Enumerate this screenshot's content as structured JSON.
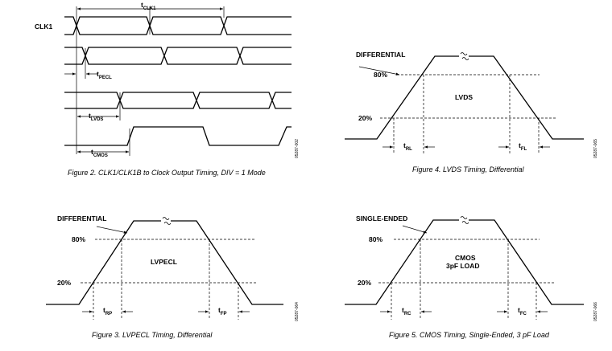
{
  "fig2": {
    "clk_label": "CLK1",
    "t_clk_main": "t",
    "t_clk_sub": "CLK1",
    "t_pecl_main": "t",
    "t_pecl_sub": "PECL",
    "t_lvds_main": "t",
    "t_lvds_sub": "LVDS",
    "t_cmos_main": "t",
    "t_cmos_sub": "CMOS",
    "fig_id": "05287-002",
    "caption": "Figure 2. CLK1/CLK1B to Clock Output Timing, DIV = 1 Mode"
  },
  "fig3": {
    "mode_label": "DIFFERENTIAL",
    "level_high": "80%",
    "level_low": "20%",
    "center_label": "LVPECL",
    "t_rise_main": "t",
    "t_rise_sub": "RP",
    "t_fall_main": "t",
    "t_fall_sub": "FP",
    "fig_id": "05287-064",
    "caption": "Figure 3. LVPECL Timing, Differential"
  },
  "fig4": {
    "mode_label": "DIFFERENTIAL",
    "level_high": "80%",
    "level_low": "20%",
    "center_label": "LVDS",
    "t_rise_main": "t",
    "t_rise_sub": "RL",
    "t_fall_main": "t",
    "t_fall_sub": "FL",
    "fig_id": "05287-065",
    "caption": "Figure 4. LVDS Timing, Differential"
  },
  "fig5": {
    "mode_label": "SINGLE-ENDED",
    "level_high": "80%",
    "level_low": "20%",
    "center_label_1": "CMOS",
    "center_label_2": "3pF LOAD",
    "t_rise_main": "t",
    "t_rise_sub": "RC",
    "t_fall_main": "t",
    "t_fall_sub": "FC",
    "fig_id": "05287-066",
    "caption": "Figure 5. CMOS Timing, Single-Ended, 3 pF Load"
  }
}
